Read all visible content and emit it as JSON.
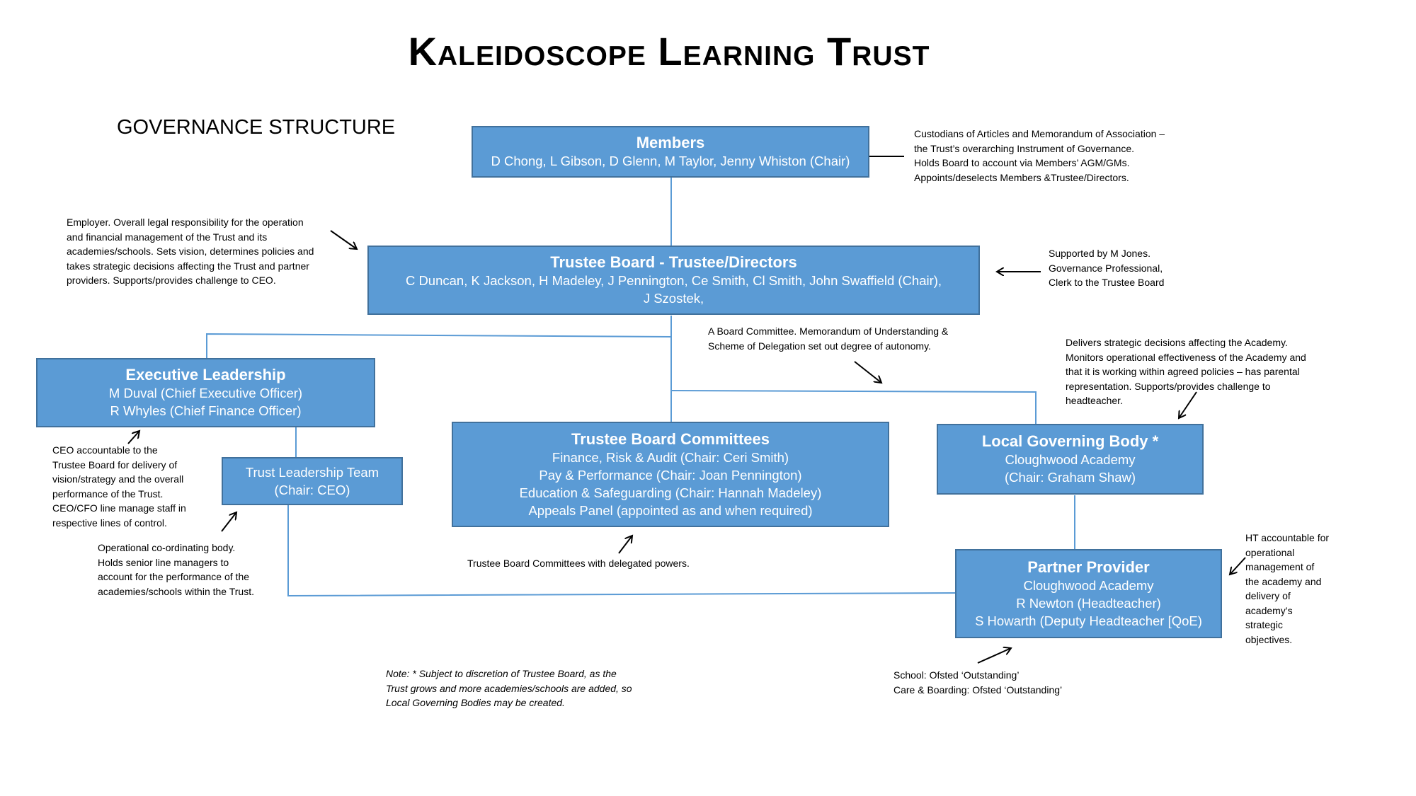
{
  "title": "Kaleidoscope Learning Trust",
  "subtitle": "GOVERNANCE STRUCTURE",
  "colors": {
    "box_fill": "#5b9bd5",
    "box_border": "#41719c",
    "connector": "#5b9bd5",
    "text": "#000000"
  },
  "boxes": {
    "members": {
      "heading": "Members",
      "lines": [
        "D Chong, L Gibson, D Glenn,  M Taylor, Jenny Whiston (Chair)"
      ]
    },
    "trustee_board": {
      "heading": "Trustee Board - Trustee/Directors",
      "lines": [
        "C Duncan, K Jackson, H Madeley, J Pennington, Ce Smith, Cl Smith, John Swaffield (Chair),",
        "J Szostek,"
      ]
    },
    "executive_leadership": {
      "heading": "Executive Leadership",
      "lines": [
        "M Duval (Chief Executive Officer)",
        "R Whyles  (Chief Finance Officer)"
      ]
    },
    "trust_leadership_team": {
      "lines": [
        "Trust Leadership Team",
        "(Chair: CEO)"
      ]
    },
    "committees": {
      "heading": "Trustee Board Committees",
      "lines": [
        "Finance, Risk  & Audit (Chair: Ceri Smith)",
        "Pay & Performance (Chair: Joan Pennington)",
        "Education & Safeguarding (Chair: Hannah Madeley)",
        "Appeals Panel (appointed as and when required)"
      ]
    },
    "local_governing_body": {
      "heading": "Local Governing Body *",
      "lines": [
        "Cloughwood Academy",
        "(Chair: Graham Shaw)"
      ]
    },
    "partner_provider": {
      "heading": "Partner Provider",
      "lines": [
        "Cloughwood Academy",
        "R Newton (Headteacher)",
        "S Howarth (Deputy Headteacher [QoE)"
      ]
    }
  },
  "notes": {
    "members": [
      "Custodians of Articles and Memorandum of Association –",
      "the Trust’s overarching Instrument of Governance.",
      "Holds Board to account via  Members’ AGM/GMs.",
      "Appoints/deselects Members &Trustee/Directors."
    ],
    "board": [
      "Employer. Overall legal responsibility for the operation",
      "and financial management of the Trust and its",
      "academies/schools. Sets vision, determines policies and",
      "takes strategic decisions affecting the Trust and partner",
      "providers. Supports/provides challenge to CEO."
    ],
    "clerk": [
      "Supported by M Jones.",
      "Governance Professional,",
      "Clerk to the Trustee Board"
    ],
    "board_committee": [
      "A Board Committee. Memorandum of Understanding &",
      "Scheme of Delegation set out degree of autonomy."
    ],
    "lgb": [
      "Delivers strategic decisions affecting the Academy.",
      "Monitors operational effectiveness of the Academy and",
      "that it is working within agreed policies – has parental",
      "representation. Supports/provides challenge to",
      "headteacher."
    ],
    "ceo": [
      "CEO accountable to the",
      "Trustee Board for delivery of",
      "vision/strategy and the overall",
      "performance of the Trust.",
      "CEO/CFO line manage staff in",
      "respective lines of control."
    ],
    "tlt": [
      "Operational co-ordinating body.",
      "Holds senior line managers to",
      "account for the performance of the",
      "academies/schools within the Trust."
    ],
    "committees": [
      "Trustee Board Committees with delegated powers."
    ],
    "ht": [
      "HT accountable for",
      "operational",
      "management of",
      "the academy and",
      "delivery of",
      "academy’s",
      "strategic",
      "objectives."
    ],
    "footnote": [
      "Note: * Subject to discretion of Trustee Board, as the",
      "Trust grows and more academies/schools are added, so",
      "Local Governing Bodies may be created."
    ],
    "ofsted": [
      "School: Ofsted ‘Outstanding’",
      "Care & Boarding: Ofsted ‘Outstanding’"
    ]
  }
}
